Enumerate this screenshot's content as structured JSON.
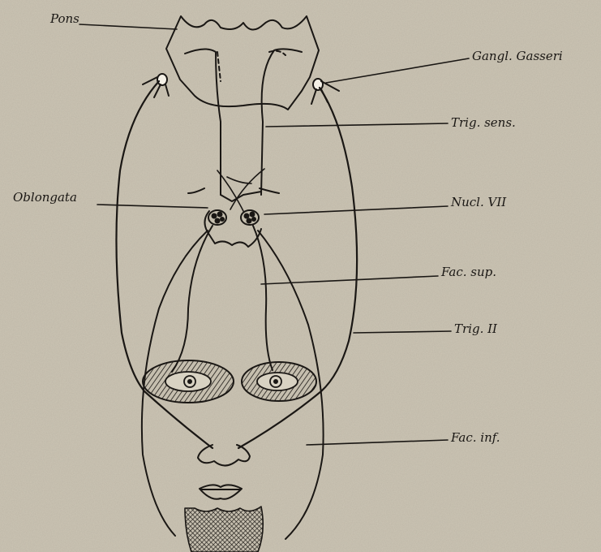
{
  "labels": {
    "pons": "Pons",
    "gangl_gasseri": "Gangl. Gasseri",
    "trig_sens": "Trig. sens.",
    "oblongata": "Oblongata",
    "nucl_vii": "Nucl. VII",
    "fac_sup": "Fac. sup.",
    "trig_ii": "Trig. II",
    "fac_inf": "Fac. inf."
  },
  "colors": {
    "paper": "#cdc6b5",
    "ink": "#1a1714"
  }
}
